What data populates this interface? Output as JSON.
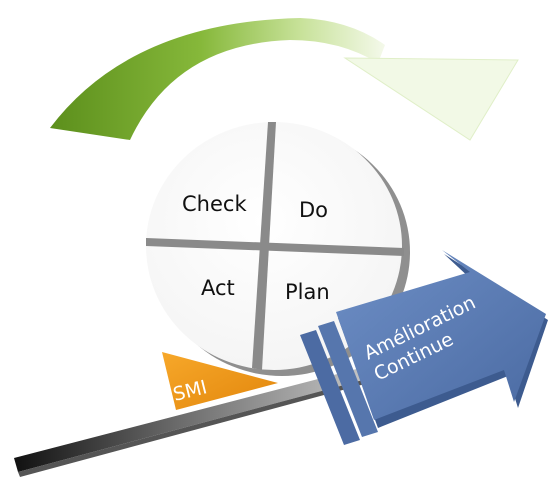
{
  "diagram": {
    "quadrants": {
      "check": "Check",
      "do": "Do",
      "act": "Act",
      "plan": "Plan"
    },
    "wedge_label": "SMI",
    "arrow_label_line1": "Amélioration",
    "arrow_label_line2": "Continue"
  },
  "colors": {
    "cycle_arrow_green": "#6fa12a",
    "wheel_face": "#ffffff",
    "wheel_edge": "#9a9a9a",
    "arrow_blue": "#5a7cb4",
    "wedge_orange": "#f39a16"
  }
}
